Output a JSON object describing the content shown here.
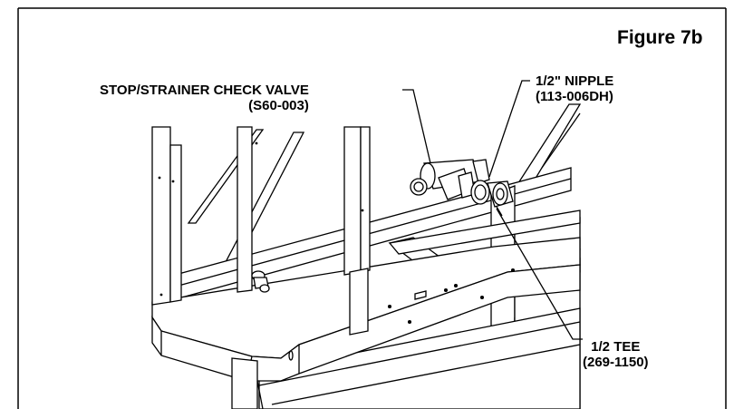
{
  "figure_title": "Figure 7b",
  "callouts": {
    "valve": {
      "name": "STOP/STRAINER CHECK VALVE",
      "part": "(S60-003)"
    },
    "nipple": {
      "name": "1/2\" NIPPLE",
      "part": "(113-006DH)"
    },
    "tee": {
      "name": "1/2 TEE",
      "part": "(269-1150)"
    }
  }
}
